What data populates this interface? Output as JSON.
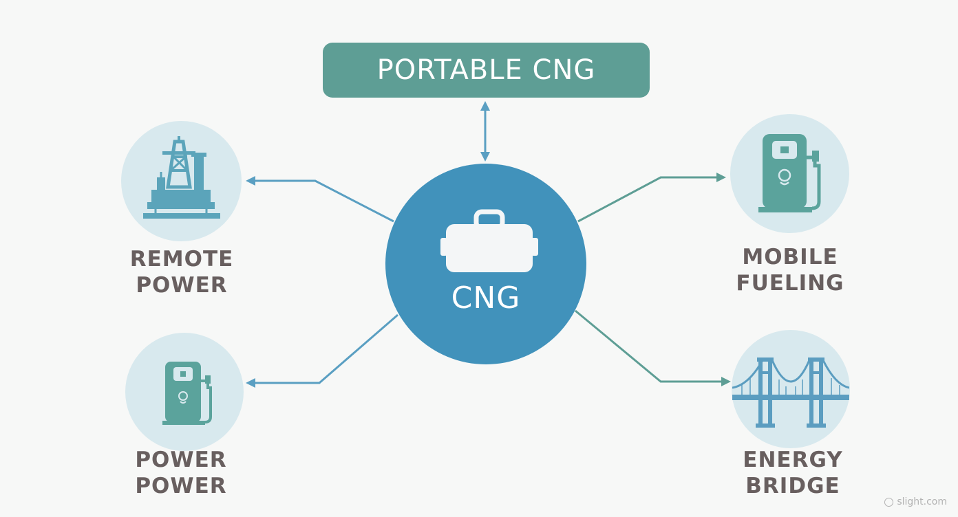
{
  "title": "PORTABLE CNG",
  "hub": {
    "label": "CNG",
    "icon": "briefcase-icon"
  },
  "nodes": {
    "top_left": {
      "line1": "REMOTE",
      "line2": "POWER",
      "icon": "oil-rig-icon"
    },
    "bottom_left": {
      "line1": "POWER",
      "line2": "POWER",
      "icon": "fuel-pump-icon"
    },
    "top_right": {
      "line1": "MOBILE",
      "line2": "FUELING",
      "icon": "fuel-pump-icon"
    },
    "bottom_right": {
      "line1": "ENERGY",
      "line2": "BRIDGE",
      "icon": "bridge-icon"
    }
  },
  "watermark": "slight.com",
  "colors": {
    "title_bg": "#5e9e95",
    "hub_bg": "#4192bb",
    "node_bg": "#d8e9ee",
    "connector_left": "#5a9fc2",
    "connector_right": "#5e9e95",
    "label_text": "#685f5f"
  }
}
